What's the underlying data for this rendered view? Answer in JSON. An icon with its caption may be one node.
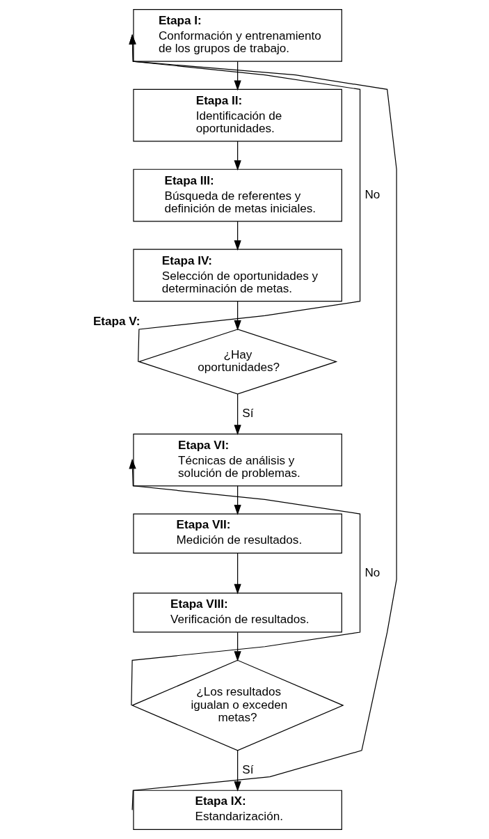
{
  "diagram": {
    "nodes": [
      {
        "text": [
          "Etapa I:",
          "Conformación y entrenamiento de los grupos de trabajo."
        ]
      },
      {
        "text": [
          "Etapa II:",
          "Identificación de oportunidades."
        ]
      },
      {
        "text": [
          "Etapa III:",
          "Búsqueda de referentes y definición de metas iniciales."
        ]
      },
      {
        "text": [
          "Etapa IV:",
          "Selección de oportunidades y determinación de metas."
        ]
      },
      {
        "text": [
          "Etapa V:",
          "¿Hay oportunidades?"
        ]
      },
      {
        "text": [
          "Etapa VI:",
          "Técnicas de análisis y solución de problemas."
        ]
      },
      {
        "text": [
          "Etapa VII:",
          "Medición de resultados."
        ]
      },
      {
        "text": [
          "Etapa VIII:",
          "Verificación de resultados."
        ]
      },
      {
        "text": [
          "¿Los resultados igualan o exceden metas?"
        ]
      },
      {
        "text": [
          "Etapa IX:",
          "Estandarización."
        ]
      }
    ],
    "edges": [
      {
        "from": 0,
        "to": 1,
        "arrow": "to"
      },
      {
        "from": 1,
        "to": 2,
        "arrow": "to"
      },
      {
        "from": 2,
        "to": 3,
        "arrow": "to"
      },
      {
        "from": 3,
        "to": 4,
        "arrow": "to"
      },
      {
        "from": 4,
        "to": 0,
        "arrow": "to",
        "label": "No"
      },
      {
        "from": 4,
        "to": 5,
        "arrow": "to",
        "label": "Sí"
      },
      {
        "from": 5,
        "to": 6,
        "arrow": "to"
      },
      {
        "from": 6,
        "to": 7,
        "arrow": "to"
      },
      {
        "from": 7,
        "to": 8,
        "arrow": "to"
      },
      {
        "from": 8,
        "to": 5,
        "arrow": "to",
        "label": "No"
      },
      {
        "from": 8,
        "to": 9,
        "arrow": "to",
        "label": "Sí"
      },
      {
        "from": 9,
        "to": 0,
        "arrow": "to"
      }
    ]
  }
}
